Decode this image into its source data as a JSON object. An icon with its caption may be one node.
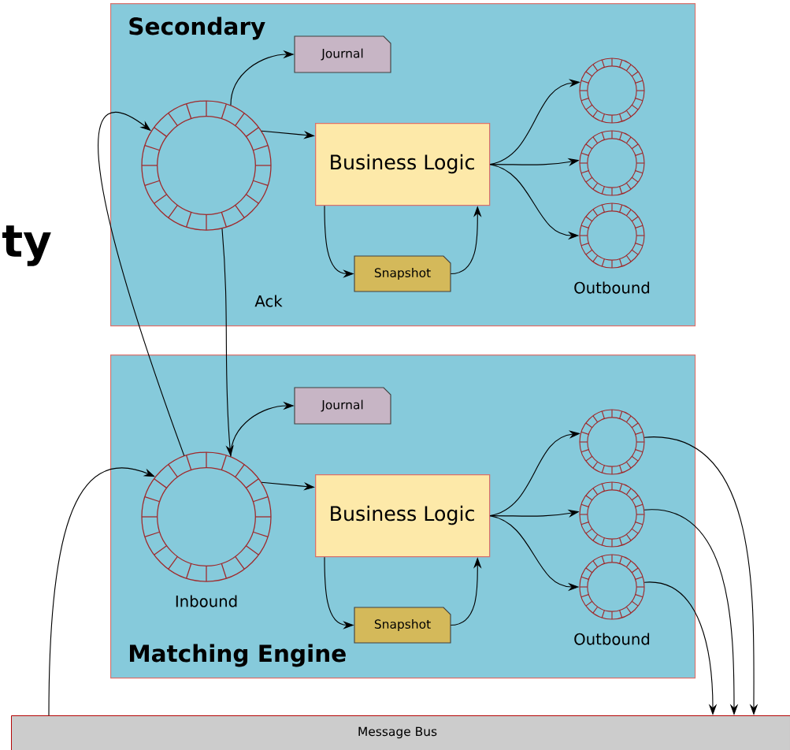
{
  "diagram": {
    "nodes": [
      {
        "text": [
          "Secondary"
        ]
      },
      {
        "text": [],
        "shape": "circle",
        "in": 0
      },
      {
        "text": [
          "Journal"
        ],
        "in": 0
      },
      {
        "text": [
          "Business Logic"
        ],
        "in": 0
      },
      {
        "text": [
          "Snapshot"
        ],
        "in": 0
      },
      {
        "text": [],
        "shape": "circle",
        "in": 0
      },
      {
        "text": [],
        "shape": "circle",
        "in": 0
      },
      {
        "text": [],
        "shape": "circle",
        "in": 0,
        "beside": [
          "Outbound"
        ]
      },
      {
        "text": [
          "Matching Engine"
        ]
      },
      {
        "text": [],
        "shape": "circle",
        "in": 8,
        "beside": [
          "Inbound"
        ]
      },
      {
        "text": [
          "Journal"
        ],
        "in": 8
      },
      {
        "text": [
          "Business Logic"
        ],
        "in": 8
      },
      {
        "text": [
          "Snapshot"
        ],
        "in": 8
      },
      {
        "text": [],
        "shape": "circle",
        "in": 8
      },
      {
        "text": [],
        "shape": "circle",
        "in": 8
      },
      {
        "text": [],
        "shape": "circle",
        "in": 8,
        "beside": [
          "Outbound"
        ]
      },
      {
        "text": [
          "Message Bus"
        ]
      }
    ],
    "edges": [
      {
        "from": 1,
        "to": 2,
        "arrow": "to"
      },
      {
        "from": 1,
        "to": 3,
        "arrow": "to"
      },
      {
        "from": 3,
        "to": 4,
        "arrow": "to"
      },
      {
        "from": 4,
        "to": 3,
        "arrow": "to"
      },
      {
        "from": 3,
        "to": 5,
        "arrow": "to"
      },
      {
        "from": 3,
        "to": 6,
        "arrow": "to"
      },
      {
        "from": 3,
        "to": 7,
        "arrow": "to"
      },
      {
        "from": 9,
        "to": 10,
        "arrow": "to"
      },
      {
        "from": 9,
        "to": 11,
        "arrow": "to"
      },
      {
        "from": 11,
        "to": 12,
        "arrow": "to"
      },
      {
        "from": 12,
        "to": 11,
        "arrow": "to"
      },
      {
        "from": 11,
        "to": 13,
        "arrow": "to"
      },
      {
        "from": 11,
        "to": 14,
        "arrow": "to"
      },
      {
        "from": 11,
        "to": 15,
        "arrow": "to"
      },
      {
        "from": 9,
        "to": 1,
        "arrow": "to"
      },
      {
        "from": 1,
        "to": 9,
        "arrow": "to",
        "label": "Ack"
      },
      {
        "from": 16,
        "to": 9,
        "arrow": "to"
      },
      {
        "from": 13,
        "to": 16,
        "arrow": "to"
      },
      {
        "from": 14,
        "to": 16,
        "arrow": "to"
      },
      {
        "from": 15,
        "to": 16,
        "arrow": "to"
      }
    ],
    "labels": [
      "ty"
    ]
  }
}
